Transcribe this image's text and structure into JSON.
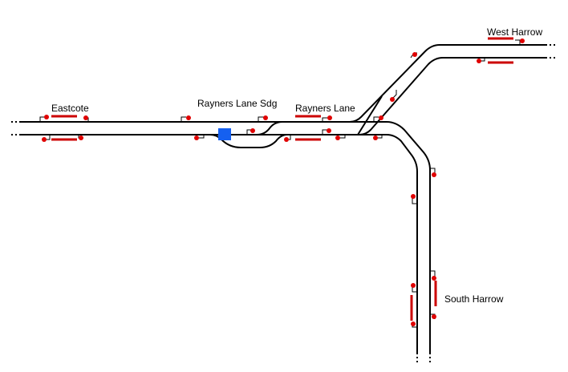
{
  "stations": {
    "eastcote": "Eastcote",
    "rayners_lane_sdg": "Rayners Lane Sdg",
    "rayners_lane": "Rayners Lane",
    "west_harrow": "West Harrow",
    "south_harrow": "South Harrow"
  },
  "colors": {
    "track": "#000000",
    "signal": "#e00000",
    "platform": "#cc0000",
    "train": "#1560f0",
    "background": "#ffffff"
  },
  "icons": {
    "signal": "red-dot-signal-icon",
    "train": "blue-square-train-icon"
  }
}
